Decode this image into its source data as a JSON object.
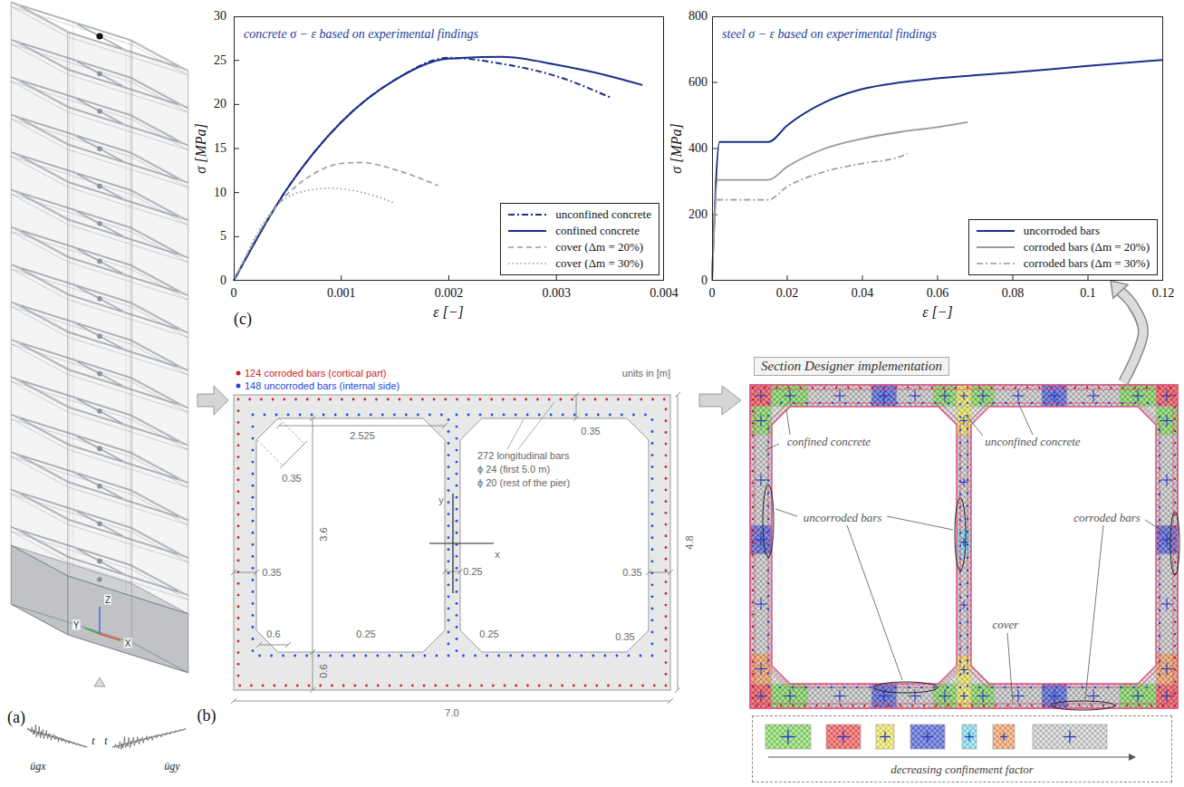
{
  "diagram": {
    "nodes": [
      {
        "text": [
          "concrete σ − ε based on experimental findings"
        ]
      },
      {
        "text": [
          "steel σ − ε based on experimental findings"
        ]
      },
      {
        "text": [
          "Section Designer implementation"
        ]
      },
      {
        "text": [
          "decreasing confinement factor"
        ]
      }
    ],
    "edges": [
      {
        "from": 2,
        "to": 1,
        "arrow": "to"
      }
    ],
    "labels": [
      "(a)",
      "Z",
      "Y",
      "X",
      "ügx",
      "t",
      "t",
      "ügy",
      "σ [MPa]",
      "ε [−]",
      "0",
      "5",
      "10",
      "15",
      "20",
      "25",
      "30",
      "0",
      "0.001",
      "0.002",
      "0.003",
      "0.004",
      "(c)",
      "σ [MPa]",
      "ε [−]",
      "0",
      "200",
      "400",
      "600",
      "800",
      "0",
      "0.02",
      "0.04",
      "0.06",
      "0.08",
      "0.1",
      "0.12",
      "124 corroded bars (cortical part)",
      "148 uncorroded bars (internal side)",
      "units in [m]",
      "2.525",
      "0.35",
      "3.6",
      "0.35",
      "0.6",
      "0.6",
      "0.25",
      "0.25",
      "0.25",
      "0.35",
      "272 longitudinal bars",
      "ϕ 24 (first 5.0 m)",
      "ϕ 20 (rest of the pier)",
      "y",
      "x",
      "0.35",
      "0.35",
      "4.8",
      "7.0",
      "(b)",
      "confined concrete",
      "unconfined concrete",
      "uncorroded bars",
      "corroded bars",
      "cover"
    ],
    "legend": [
      {
        "text": "unconfined concrete"
      },
      {
        "text": "confined concrete"
      },
      {
        "text": "cover (Δm = 20%)"
      },
      {
        "text": "cover (Δm = 30%)"
      },
      {
        "text": "uncorroded bars"
      },
      {
        "text": "corroded bars (Δm = 20%)"
      },
      {
        "text": "corroded bars (Δm = 30%)"
      }
    ]
  }
}
